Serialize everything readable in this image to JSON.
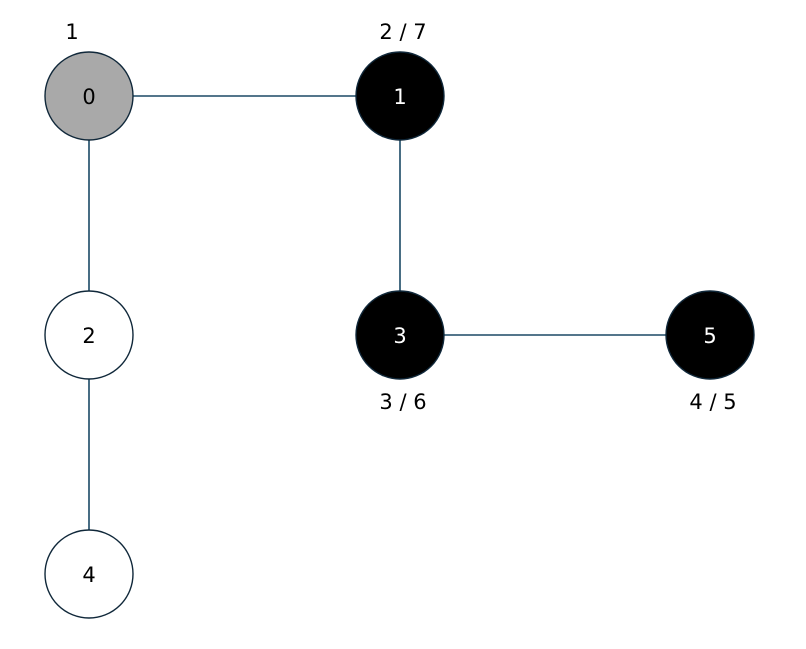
{
  "colors": {
    "unvisited": "#ffffff",
    "discovered": "#a9a9a9",
    "finished": "#000000",
    "edge": "#1b4965"
  },
  "nodes": [
    {
      "id": "0",
      "state": "discovered",
      "times": "1"
    },
    {
      "id": "1",
      "state": "finished",
      "times": "2 / 7"
    },
    {
      "id": "2",
      "state": "unvisited",
      "times": ""
    },
    {
      "id": "3",
      "state": "finished",
      "times": "3 / 6"
    },
    {
      "id": "4",
      "state": "unvisited",
      "times": ""
    },
    {
      "id": "5",
      "state": "finished",
      "times": "4 / 5"
    }
  ],
  "edges": [
    {
      "from": "0",
      "to": "1"
    },
    {
      "from": "1",
      "to": "3"
    },
    {
      "from": "3",
      "to": "5"
    },
    {
      "from": "0",
      "to": "2"
    },
    {
      "from": "2",
      "to": "4"
    }
  ]
}
